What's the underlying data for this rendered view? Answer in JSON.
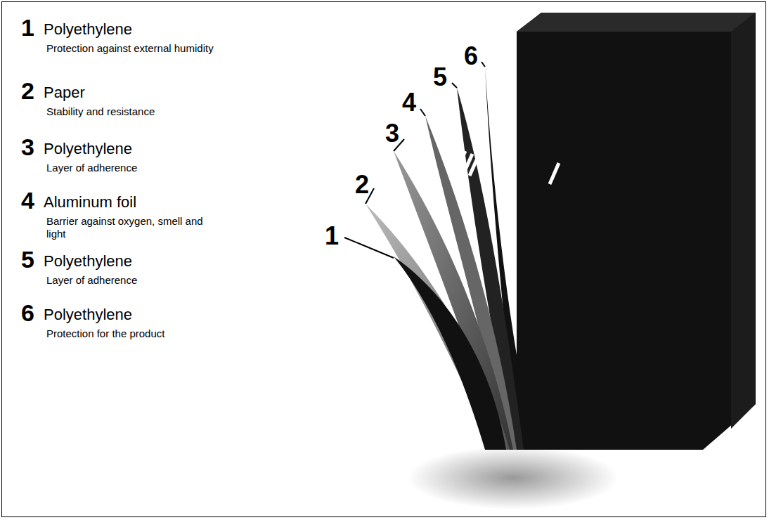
{
  "diagram": {
    "labels": [
      "1",
      "Polyethylene",
      "Protection against external humidity",
      "2",
      "Paper",
      "Stability and resistance",
      "3",
      "Polyethylene",
      "Layer of adherence",
      "4",
      "Aluminum foil",
      "Barrier against oxygen, smell and light",
      "5",
      "Polyethylene",
      "Layer of adherence",
      "6",
      "Polyethylene",
      "Protection for the product",
      "1",
      "2",
      "3",
      "4",
      "5",
      "6"
    ]
  }
}
